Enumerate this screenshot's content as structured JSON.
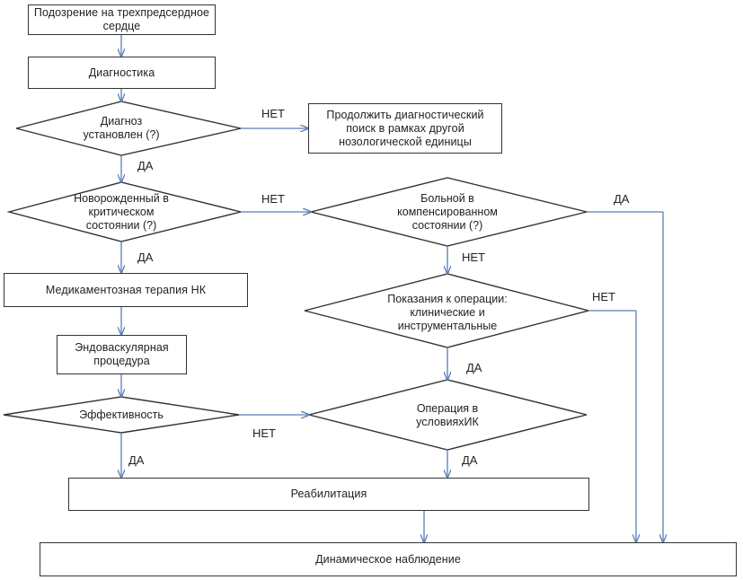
{
  "nodes": {
    "suspicion": "Подозрение на трехпредсердное сердце",
    "diagnostics": "Диагностика",
    "diagnosis_established": "Диагноз установлен (?)",
    "continue_search": "Продолжить диагностический поиск в рамках другой нозологической единицы",
    "newborn_critical": "Новорожденный в критическом состоянии (?)",
    "patient_compensated": "Больной в компенсированном состоянии (?)",
    "drug_therapy": "Медикаментозная терапия НК",
    "surgery_indications": "Показания к операции: клинические и инструментальные",
    "endovascular": "Эндоваскулярная процедура",
    "effectiveness": "Эффективность",
    "surgery_ik": "Операция в условияхИК",
    "rehabilitation": "Реабилитация",
    "dynamic_observation": "Динамическое наблюдение"
  },
  "labels": {
    "yes": "ДА",
    "no": "НЕТ"
  },
  "colors": {
    "line": "#5a7db8",
    "border": "#333333"
  }
}
